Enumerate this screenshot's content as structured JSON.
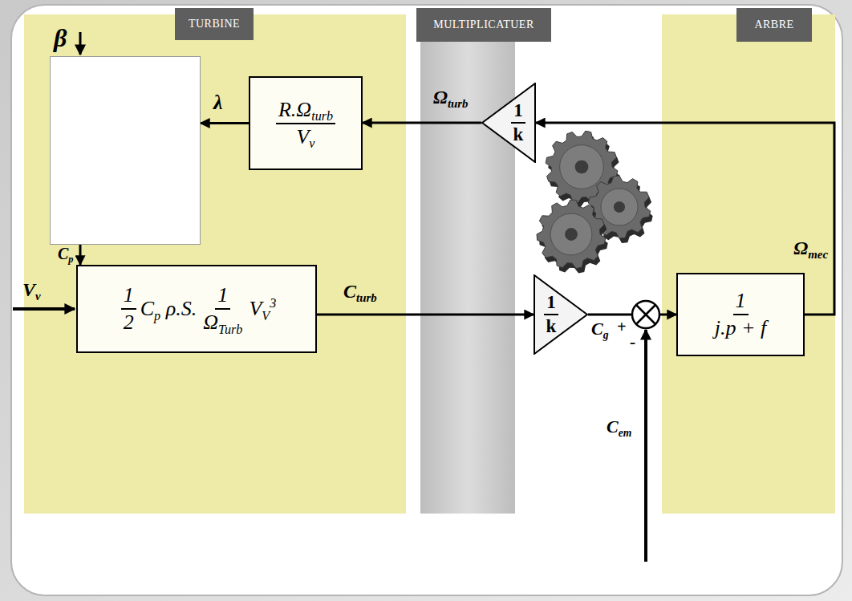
{
  "diagram": {
    "nodes": [
      {
        "text": [
          "TURBINE"
        ]
      },
      {
        "text": [
          "MULTIPLICATUER"
        ]
      },
      {
        "text": [
          "ARBRE"
        ]
      },
      {
        "text": [
          "β"
        ]
      },
      {
        "text": [
          "R.Ωturb",
          "Vv"
        ]
      },
      {
        "text": [
          "1",
          "k"
        ]
      },
      {
        "text": [
          "1",
          "2",
          "Cp ρ.S.",
          "1",
          "ΩTurb",
          "VV3"
        ]
      },
      {
        "text": [
          "1",
          "k"
        ]
      },
      {
        "text": [
          "1",
          "j.p + f"
        ]
      }
    ],
    "edges": [
      {
        "from": 5,
        "to": 4,
        "arrow": "to",
        "label": "Ωturb"
      },
      {
        "from": 4,
        "to": 3,
        "arrow": "to",
        "label": "λ"
      },
      {
        "from": 3,
        "to": 6,
        "arrow": "to",
        "label": "Cp"
      },
      {
        "from": 6,
        "to": 7,
        "arrow": "to",
        "label": "Cturb"
      },
      {
        "from": 7,
        "to": 8,
        "arrow": "to"
      },
      {
        "from": 8,
        "to": 5,
        "arrow": "to",
        "label": "Ωmec"
      }
    ],
    "labels": [
      "Vv",
      "Cg",
      "+",
      "-",
      "Cem"
    ]
  }
}
